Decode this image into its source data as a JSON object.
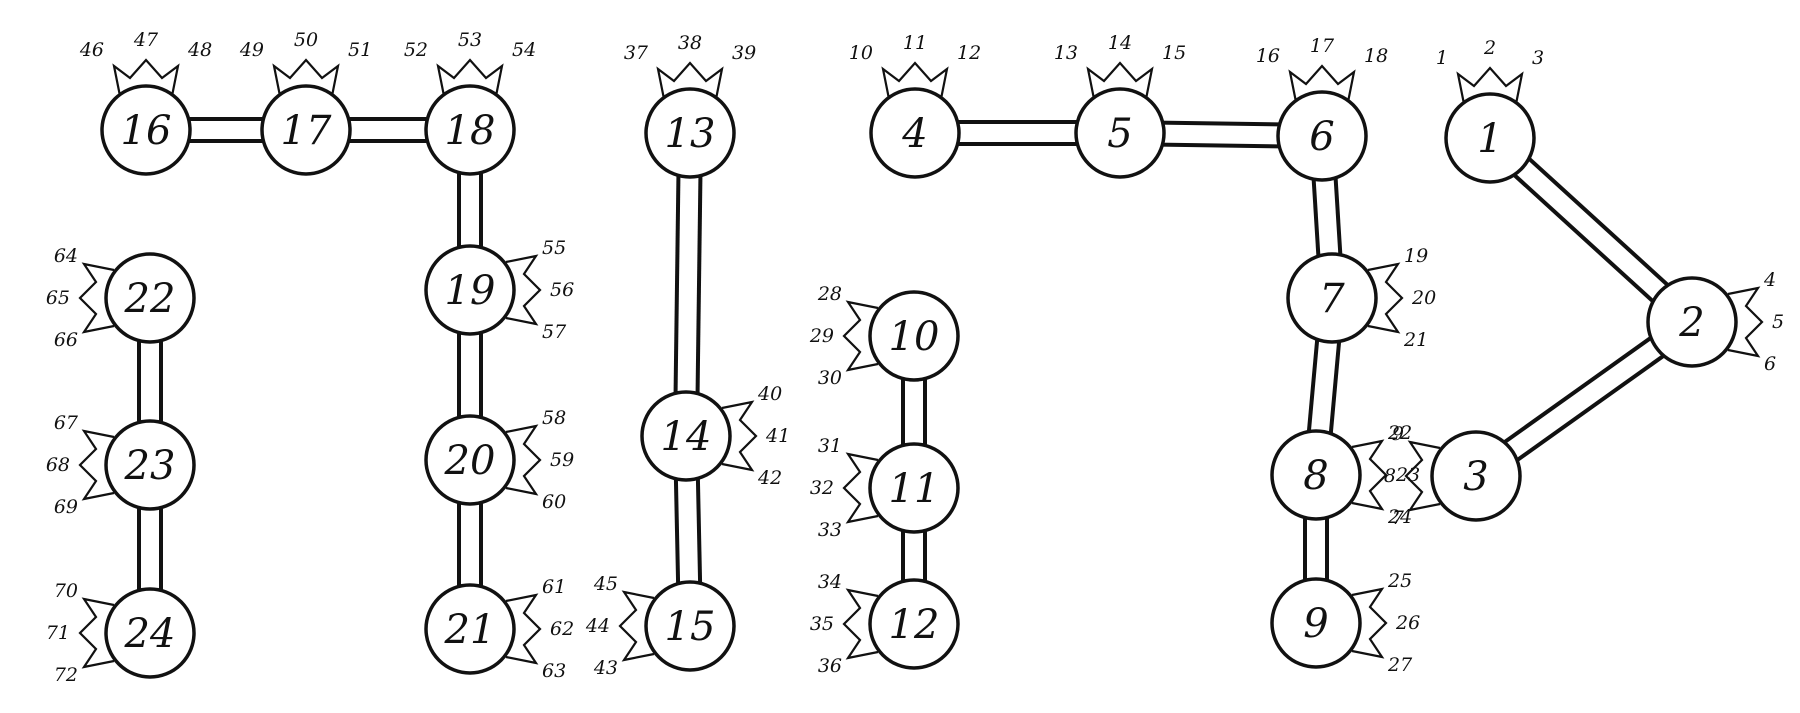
{
  "nodes": [
    {
      "id": "1",
      "label": "1",
      "ticks": [
        "1",
        "2",
        "3"
      ]
    },
    {
      "id": "2",
      "label": "2",
      "ticks": [
        "4",
        "5",
        "6"
      ]
    },
    {
      "id": "3",
      "label": "3",
      "ticks": [
        "9",
        "8",
        "7"
      ]
    },
    {
      "id": "4",
      "label": "4",
      "ticks": [
        "10",
        "11",
        "12"
      ]
    },
    {
      "id": "5",
      "label": "5",
      "ticks": [
        "13",
        "14",
        "15"
      ]
    },
    {
      "id": "6",
      "label": "6",
      "ticks": [
        "16",
        "17",
        "18"
      ]
    },
    {
      "id": "7",
      "label": "7",
      "ticks": [
        "19",
        "20",
        "21"
      ]
    },
    {
      "id": "8",
      "label": "8",
      "ticks": [
        "22",
        "23",
        "24"
      ]
    },
    {
      "id": "9",
      "label": "9",
      "ticks": [
        "25",
        "26",
        "27"
      ]
    },
    {
      "id": "10",
      "label": "10",
      "ticks": [
        "28",
        "29",
        "30"
      ]
    },
    {
      "id": "11",
      "label": "11",
      "ticks": [
        "31",
        "32",
        "33"
      ]
    },
    {
      "id": "12",
      "label": "12",
      "ticks": [
        "34",
        "35",
        "36"
      ]
    },
    {
      "id": "13",
      "label": "13",
      "ticks": [
        "37",
        "38",
        "39"
      ]
    },
    {
      "id": "14",
      "label": "14",
      "ticks": [
        "40",
        "41",
        "42"
      ]
    },
    {
      "id": "15",
      "label": "15",
      "ticks": [
        "45",
        "44",
        "43"
      ]
    },
    {
      "id": "16",
      "label": "16",
      "ticks": [
        "46",
        "47",
        "48"
      ]
    },
    {
      "id": "17",
      "label": "17",
      "ticks": [
        "49",
        "50",
        "51"
      ]
    },
    {
      "id": "18",
      "label": "18",
      "ticks": [
        "52",
        "53",
        "54"
      ]
    },
    {
      "id": "19",
      "label": "19",
      "ticks": [
        "55",
        "56",
        "57"
      ]
    },
    {
      "id": "20",
      "label": "20",
      "ticks": [
        "58",
        "59",
        "60"
      ]
    },
    {
      "id": "21",
      "label": "21",
      "ticks": [
        "61",
        "62",
        "63"
      ]
    },
    {
      "id": "22",
      "label": "22",
      "ticks": [
        "64",
        "65",
        "66"
      ]
    },
    {
      "id": "23",
      "label": "23",
      "ticks": [
        "67",
        "68",
        "69"
      ]
    },
    {
      "id": "24",
      "label": "24",
      "ticks": [
        "70",
        "71",
        "72"
      ]
    }
  ],
  "edges": [
    [
      "1",
      "2"
    ],
    [
      "2",
      "3"
    ],
    [
      "4",
      "5"
    ],
    [
      "5",
      "6"
    ],
    [
      "6",
      "7"
    ],
    [
      "7",
      "8"
    ],
    [
      "8",
      "9"
    ],
    [
      "10",
      "11"
    ],
    [
      "11",
      "12"
    ],
    [
      "13",
      "14"
    ],
    [
      "14",
      "15"
    ],
    [
      "16",
      "17"
    ],
    [
      "17",
      "18"
    ],
    [
      "18",
      "19"
    ],
    [
      "19",
      "20"
    ],
    [
      "20",
      "21"
    ],
    [
      "22",
      "23"
    ],
    [
      "23",
      "24"
    ]
  ],
  "colors": {
    "ink": "#111111",
    "paper": "#ffffff"
  }
}
